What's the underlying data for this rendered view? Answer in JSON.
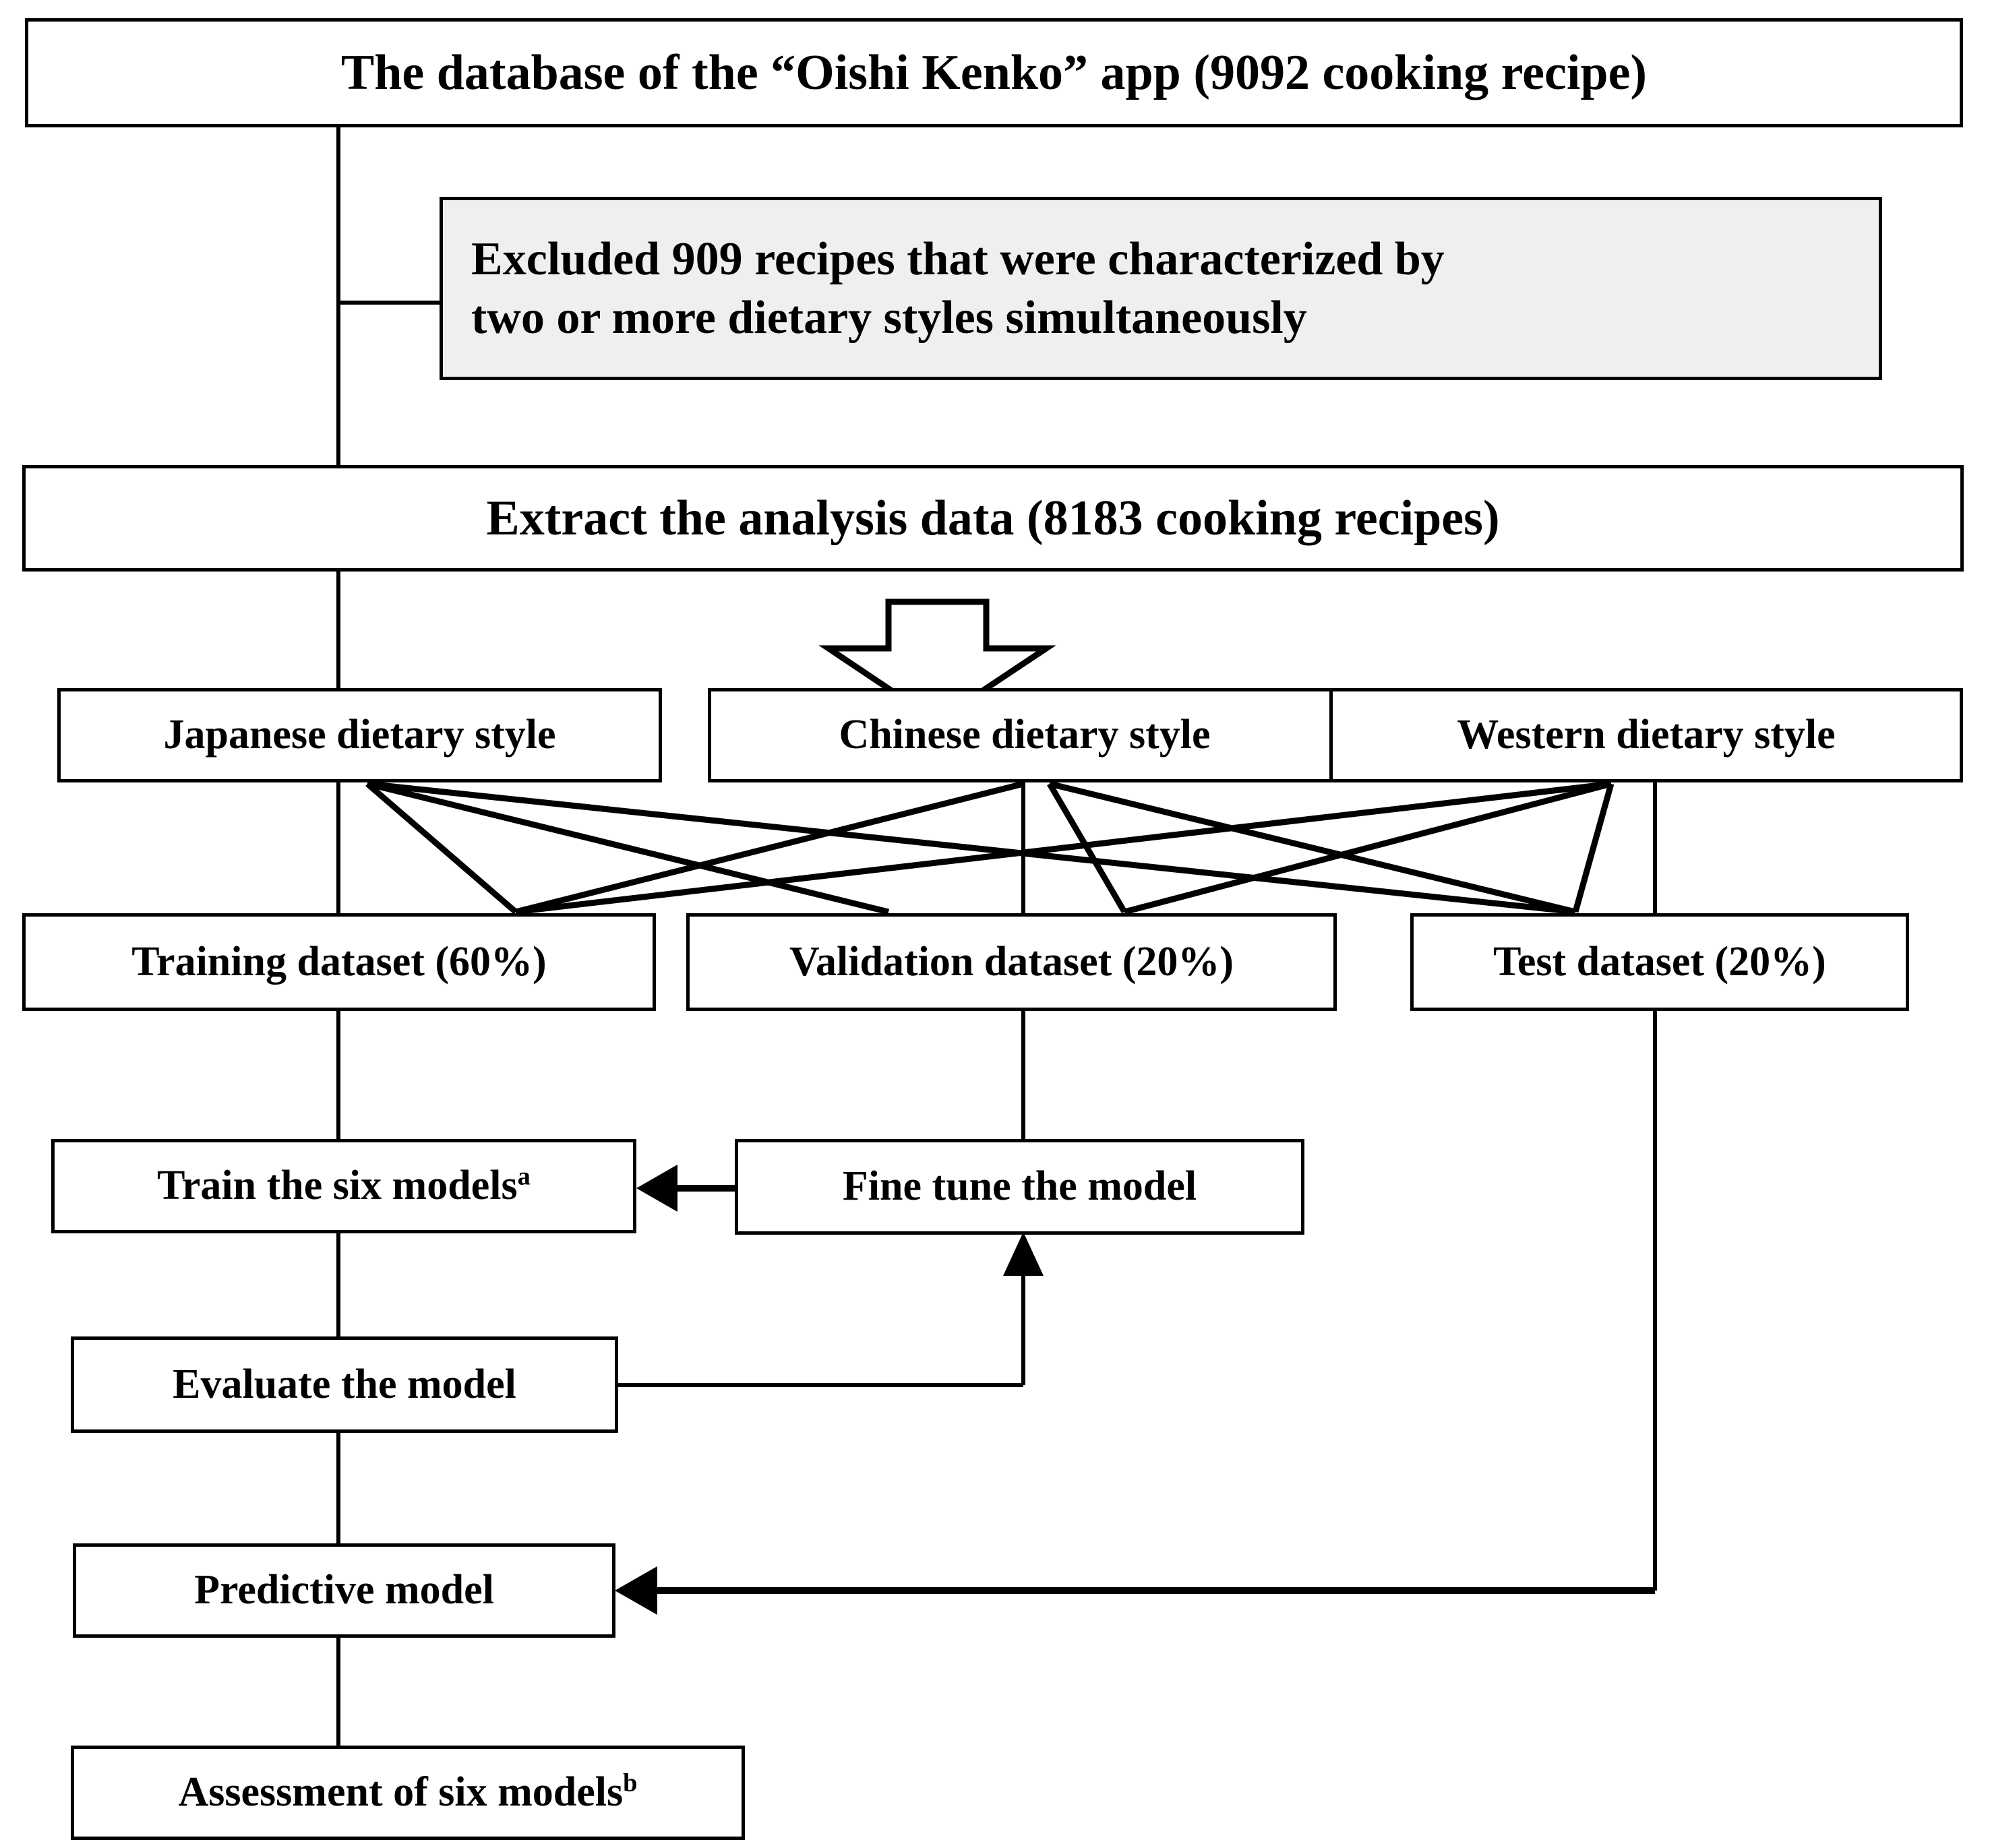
{
  "diagram": {
    "type": "flowchart",
    "title": "Study flow diagram of dietary style prediction modelling",
    "background_color": "#ffffff",
    "line_color": "#000000",
    "shaded_fill": "#efefef",
    "nodes": {
      "database": {
        "label": "The database of the “Oishi Kenko” app (9092 cooking recipe)",
        "recipe_count": "9092"
      },
      "excluded": {
        "line1": "Excluded 909 recipes that were characterized by",
        "line2": "two or more dietary styles simultaneously",
        "excluded_count": "909"
      },
      "extract": {
        "label": "Extract the analysis data (8183 cooking recipes)",
        "recipe_count": "8183"
      },
      "japanese": {
        "label": "Japanese dietary style"
      },
      "chinese": {
        "label": "Chinese dietary style"
      },
      "western": {
        "label": "Western dietary style"
      },
      "training": {
        "label": "Training dataset (60%)",
        "share": "60%"
      },
      "validation": {
        "label": "Validation dataset (20%)",
        "share": "20%"
      },
      "test": {
        "label": "Test dataset (20%)",
        "share": "20%"
      },
      "train_models": {
        "label": "Train the six models",
        "footnote": "a"
      },
      "fine_tune": {
        "label": "Fine tune the model"
      },
      "evaluate": {
        "label": "Evaluate the model"
      },
      "predictive": {
        "label": "Predictive model"
      },
      "assessment": {
        "label": "Assessment of six models",
        "footnote": "b"
      }
    },
    "connectors": [
      {
        "name": "database-to-excluded",
        "kind": "elbow",
        "arrowhead": false
      },
      {
        "name": "database-to-extract",
        "kind": "vertical",
        "arrowhead": false
      },
      {
        "name": "extract-split-arrow",
        "kind": "block-arrow-down",
        "arrowhead": true
      },
      {
        "name": "dietary-styles-to-datasets",
        "kind": "cross-mesh",
        "arrowhead": false
      },
      {
        "name": "training-to-train-models",
        "kind": "vertical",
        "arrowhead": false
      },
      {
        "name": "validation-to-fine-tune",
        "kind": "vertical",
        "arrowhead": false
      },
      {
        "name": "fine-tune-to-train-models",
        "kind": "horizontal",
        "arrowhead": true
      },
      {
        "name": "evaluate-to-fine-tune",
        "kind": "elbow",
        "arrowhead": true
      },
      {
        "name": "test-to-predictive",
        "kind": "elbow",
        "arrowhead": true
      },
      {
        "name": "predictive-to-assessment",
        "kind": "vertical",
        "arrowhead": false
      }
    ]
  }
}
